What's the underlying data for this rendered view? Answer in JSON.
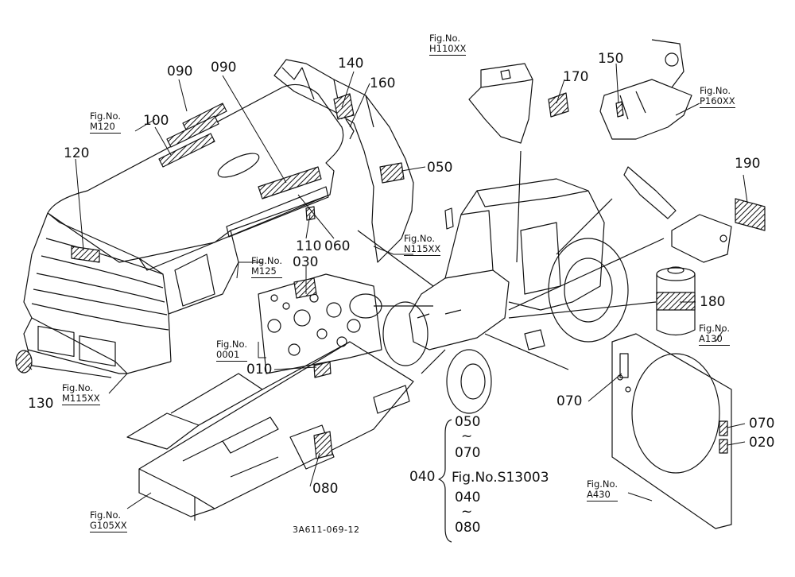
{
  "figure_refs": {
    "h110": {
      "no": "Fig.No.",
      "code": "H110XX"
    },
    "m120": {
      "no": "Fig.No.",
      "code": "M120"
    },
    "p160": {
      "no": "Fig.No.",
      "code": "P160XX"
    },
    "n115": {
      "no": "Fig.No.",
      "code": "N115XX"
    },
    "m125": {
      "no": "Fig.No.",
      "code": "M125"
    },
    "f0001": {
      "no": "Fig.No.",
      "code": "0001"
    },
    "a130": {
      "no": "Fig.No.",
      "code": "A130"
    },
    "m115": {
      "no": "Fig.No.",
      "code": "M115XX"
    },
    "g105": {
      "no": "Fig.No.",
      "code": "G105XX"
    },
    "a430": {
      "no": "Fig.No.",
      "code": "A430"
    }
  },
  "part_labels": {
    "p090a": "090",
    "p090b": "090",
    "p100": "100",
    "p120": "120",
    "p140": "140",
    "p160": "160",
    "p050": "050",
    "p110": "110",
    "p060": "060",
    "p030": "030",
    "p010": "010",
    "p130": "130",
    "p170": "170",
    "p150": "150",
    "p190": "190",
    "p180": "180",
    "p070a": "070",
    "p070b": "070",
    "p020": "020",
    "p080": "080"
  },
  "group": {
    "label": "040",
    "r1_from": "050",
    "tilde": "~",
    "r1_to": "070",
    "ref": "Fig.No.S13003",
    "r2_from": "040",
    "r2_to": "080"
  },
  "drawing_code": "3A611-069-12"
}
